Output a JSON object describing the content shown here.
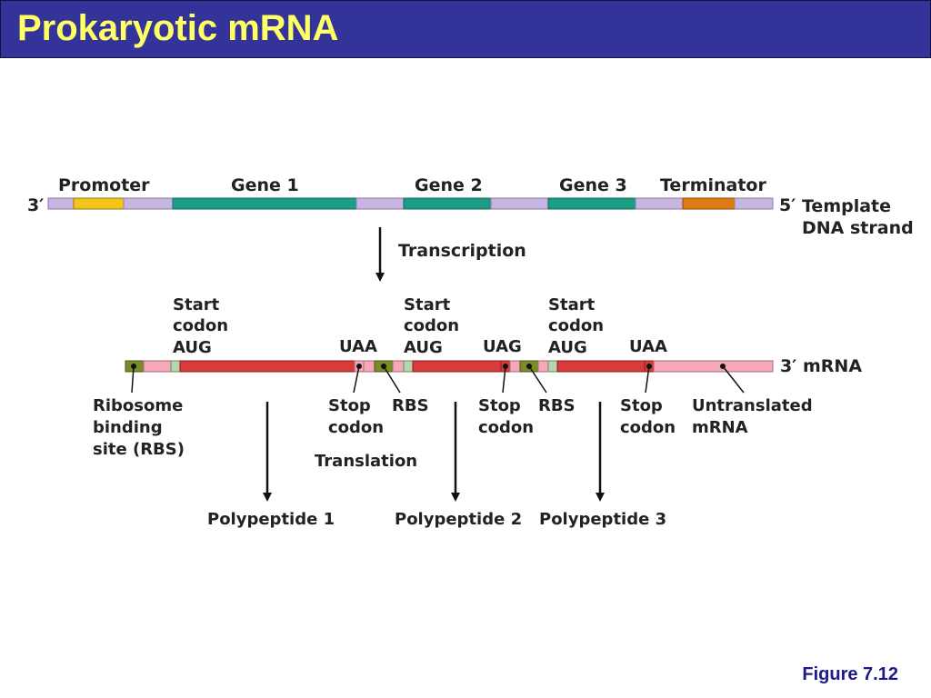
{
  "slide": {
    "title": "Prokaryotic mRNA",
    "figure_caption": "Figure 7.12"
  },
  "colors": {
    "title_bg": "#333399",
    "title_text": "#ffff66",
    "promoter": "#f5c518",
    "terminator": "#e07a10",
    "gene": "#1f9c87",
    "spacer": "#c8b4e0",
    "coding": "#d93b3b",
    "untranslated": "#f5a8b8",
    "rbs": "#7a8c2a",
    "codon": "#b8d4b0"
  },
  "dna": {
    "left_end": "3′",
    "right_end": "5′",
    "strand_label_line1": "Template",
    "strand_label_line2": "DNA strand",
    "promoter_label": "Promoter",
    "gene1_label": "Gene 1",
    "gene2_label": "Gene 2",
    "gene3_label": "Gene 3",
    "terminator_label": "Terminator"
  },
  "transcription_label": "Transcription",
  "mrna": {
    "right_end": "3′",
    "strand_label": "mRNA",
    "start_codons": [
      {
        "line1": "Start",
        "line2": "codon",
        "line3": "AUG"
      },
      {
        "line1": "Start",
        "line2": "codon",
        "line3": "AUG"
      },
      {
        "line1": "Start",
        "line2": "codon",
        "line3": "AUG"
      }
    ],
    "stop_sequences": [
      "UAA",
      "UAG",
      "UAA"
    ],
    "below_labels": {
      "rbs_line1": "Ribosome",
      "rbs_line2": "binding",
      "rbs_line3": "site (RBS)",
      "stop1_line1": "Stop",
      "stop1_line2": "codon",
      "rbs2": "RBS",
      "stop2_line1": "Stop",
      "stop2_line2": "codon",
      "rbs3": "RBS",
      "stop3_line1": "Stop",
      "stop3_line2": "codon",
      "untranslated_line1": "Untranslated",
      "untranslated_line2": "mRNA"
    }
  },
  "translation_label": "Translation",
  "polypeptides": [
    "Polypeptide 1",
    "Polypeptide 2",
    "Polypeptide 3"
  ]
}
